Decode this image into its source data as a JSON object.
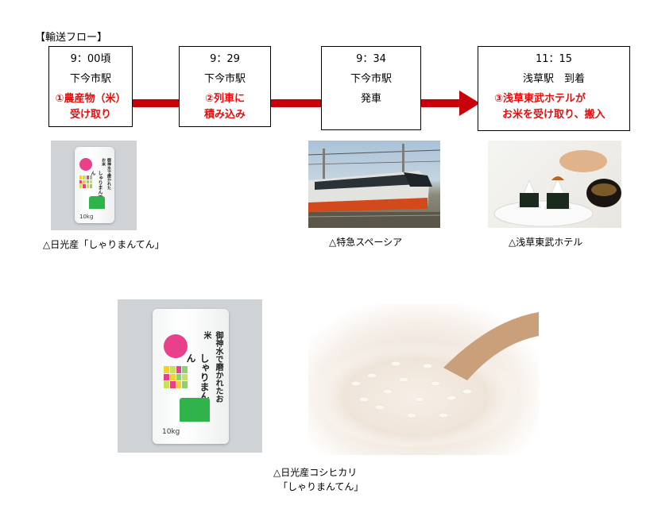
{
  "heading": "【輸送フロー】",
  "steps": [
    {
      "time": "9：00頃",
      "station": "下今市駅",
      "red_lines": [
        "①農産物（米）",
        "受け取り"
      ]
    },
    {
      "time": "9：29",
      "station": "下今市駅",
      "red_lines": [
        "②列車に",
        "積み込み"
      ]
    },
    {
      "time": "9：34",
      "station": "下今市駅",
      "detail": "発車"
    },
    {
      "time": "11：15",
      "station": "浅草駅　到着",
      "red_lines": [
        "③浅草東武ホテルが",
        "お米を受け取り、搬入"
      ]
    }
  ],
  "captions": {
    "bag_small": "△日光産「しゃりまんてん」",
    "train": "△特急スペーシア",
    "hotel": "△浅草東武ホテル",
    "bag_large_line1": "△日光産コシヒカリ",
    "bag_large_line2": "「しゃりまんてん」"
  },
  "bag": {
    "name": "しゃりまんてん",
    "tagline": "御神水で磨かれたお米",
    "weight": "10kg"
  },
  "colors": {
    "arrow": "#c8000a",
    "red_text": "#e01010",
    "bag_dot": "#e8408a",
    "bag_green": "#2fb34a"
  }
}
